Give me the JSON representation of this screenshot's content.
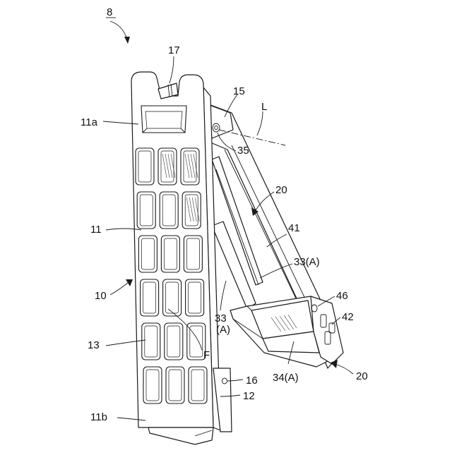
{
  "figure": {
    "colors": {
      "line": "#1a1a1a",
      "background": "#ffffff",
      "text": "#111111"
    },
    "labels": {
      "assembly": "8",
      "l17": "17",
      "l15": "15",
      "lL": "L",
      "l11a": "11a",
      "l35": "35",
      "l20top": "20",
      "l41": "41",
      "l11": "11",
      "l33A_right": "33(A)",
      "l10": "10",
      "l46": "46",
      "l33": "33",
      "lA": "(A)",
      "l42": "42",
      "l13": "13",
      "lF": "F",
      "l20bottom": "20",
      "l34A": "34(A)",
      "l16": "16",
      "l12": "12",
      "l11b": "11b"
    }
  }
}
